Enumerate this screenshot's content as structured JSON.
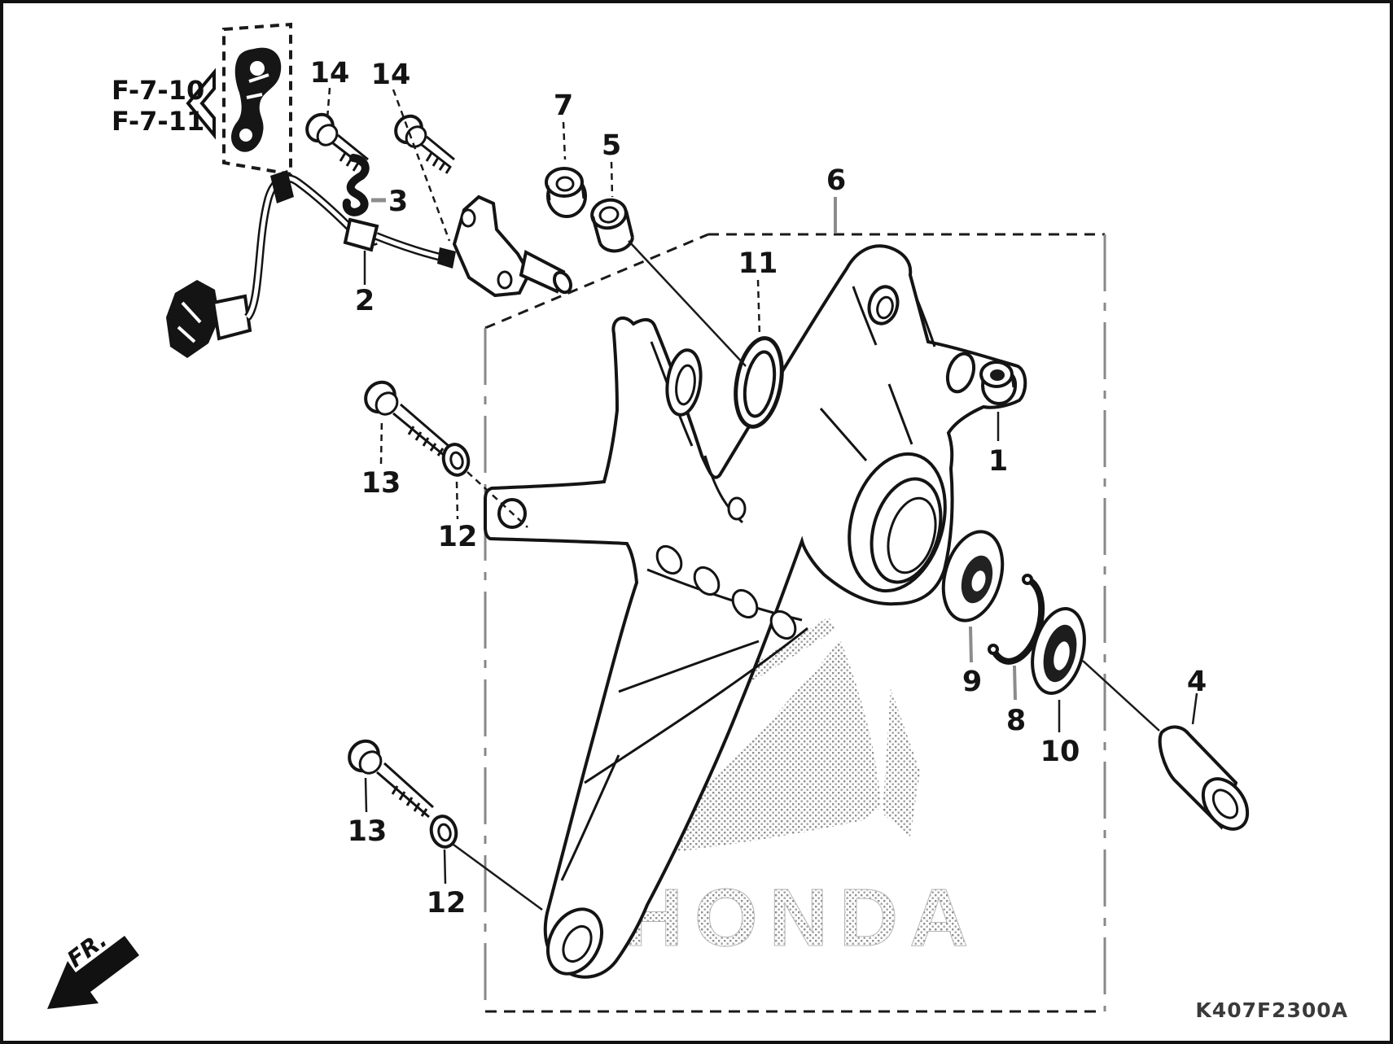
{
  "diagram": {
    "title_refs": {
      "ref1": "F-7-10",
      "ref2": "F-7-11"
    },
    "callouts": {
      "c1": "1",
      "c2": "2",
      "c3": "3",
      "c4": "4",
      "c5": "5",
      "c6": "6",
      "c7": "7",
      "c8": "8",
      "c9": "9",
      "c10": "10",
      "c11": "11",
      "c12a": "12",
      "c12b": "12",
      "c13a": "13",
      "c13b": "13",
      "c14a": "14",
      "c14b": "14"
    },
    "footer": {
      "direction_label": "FR.",
      "diagram_code": "K407F2300A"
    },
    "watermark_text": "HONDA",
    "colors": {
      "line": "#1a1a1a",
      "muted": "#8c8c8c",
      "background": "#ffffff"
    }
  }
}
